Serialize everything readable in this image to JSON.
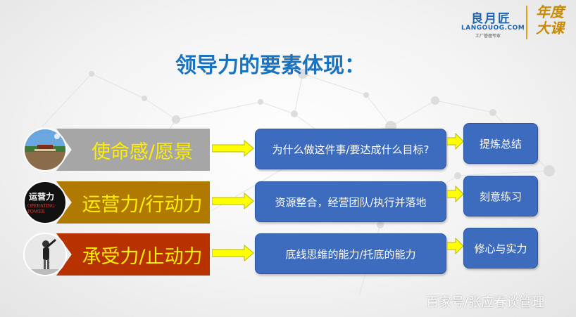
{
  "brand": {
    "name_cn": "良月匠",
    "name_en": "LANGOUOG.COM",
    "tagline": "工厂管理专家",
    "badge_line1": "年度",
    "badge_line2": "大课"
  },
  "title": "领导力的要素体现：",
  "rows": [
    {
      "label": "使命感/愿景",
      "label_color": "#ffee00",
      "banner_color": "#a6a6a6",
      "image_icon": "landscape-photo-icon",
      "description": "为什么做这件事/要达成什么目标?",
      "action": "提炼总结"
    },
    {
      "label": "运营力/行动力",
      "label_color": "#ffee00",
      "banner_color": "#b07a00",
      "image_icon": "book-cover-icon",
      "image_text": "运营力",
      "image_subtext": "OPERATING POWER",
      "description": "资源整合，经营团队/执行并落地",
      "action": "刻意练习"
    },
    {
      "label": "承受力/止动力",
      "label_color": "#ffee00",
      "banner_color": "#b83200",
      "image_icon": "person-figure-icon",
      "description": "底线思维的能力/托底的能力",
      "action": "修心与实力"
    }
  ],
  "accent_arrow_color": "#ffff00",
  "watermark": "百家号/张应春谈管理"
}
